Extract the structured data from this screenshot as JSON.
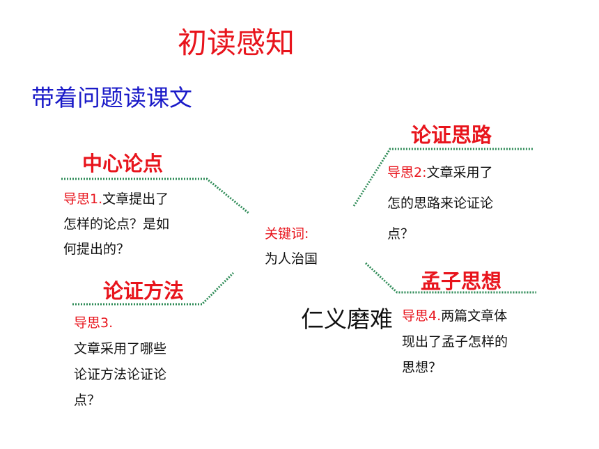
{
  "title": "初读感知",
  "subtitle": "带着问题读课文",
  "center": {
    "label": "关键词:",
    "text": "为人治国"
  },
  "keyword_big": "仁义磨难",
  "branches": {
    "central": {
      "heading": "中心论点",
      "q_label": "导思1.",
      "q_lines": [
        "文章提出了",
        "怎样的论点？是如",
        "何提出的？"
      ]
    },
    "methods": {
      "heading": "论证方法",
      "q_label": "导思3.",
      "q_lines": [
        "文章采用了哪些",
        "论证方法论证论",
        "点？"
      ]
    },
    "reasoning": {
      "heading": "论证思路",
      "q_label": "导思2:",
      "q_lines": [
        "文章采用了",
        "怎的思路来论证论",
        "点？"
      ]
    },
    "mencius": {
      "heading": "孟子思想",
      "q_label": "导思4.",
      "q_lines": [
        "两篇文章体",
        "现出了孟子怎样的",
        "思想？"
      ]
    }
  },
  "colors": {
    "title": "#e8141c",
    "subtitle": "#1a1ac8",
    "line": "#2e8b57",
    "text": "#111111"
  }
}
